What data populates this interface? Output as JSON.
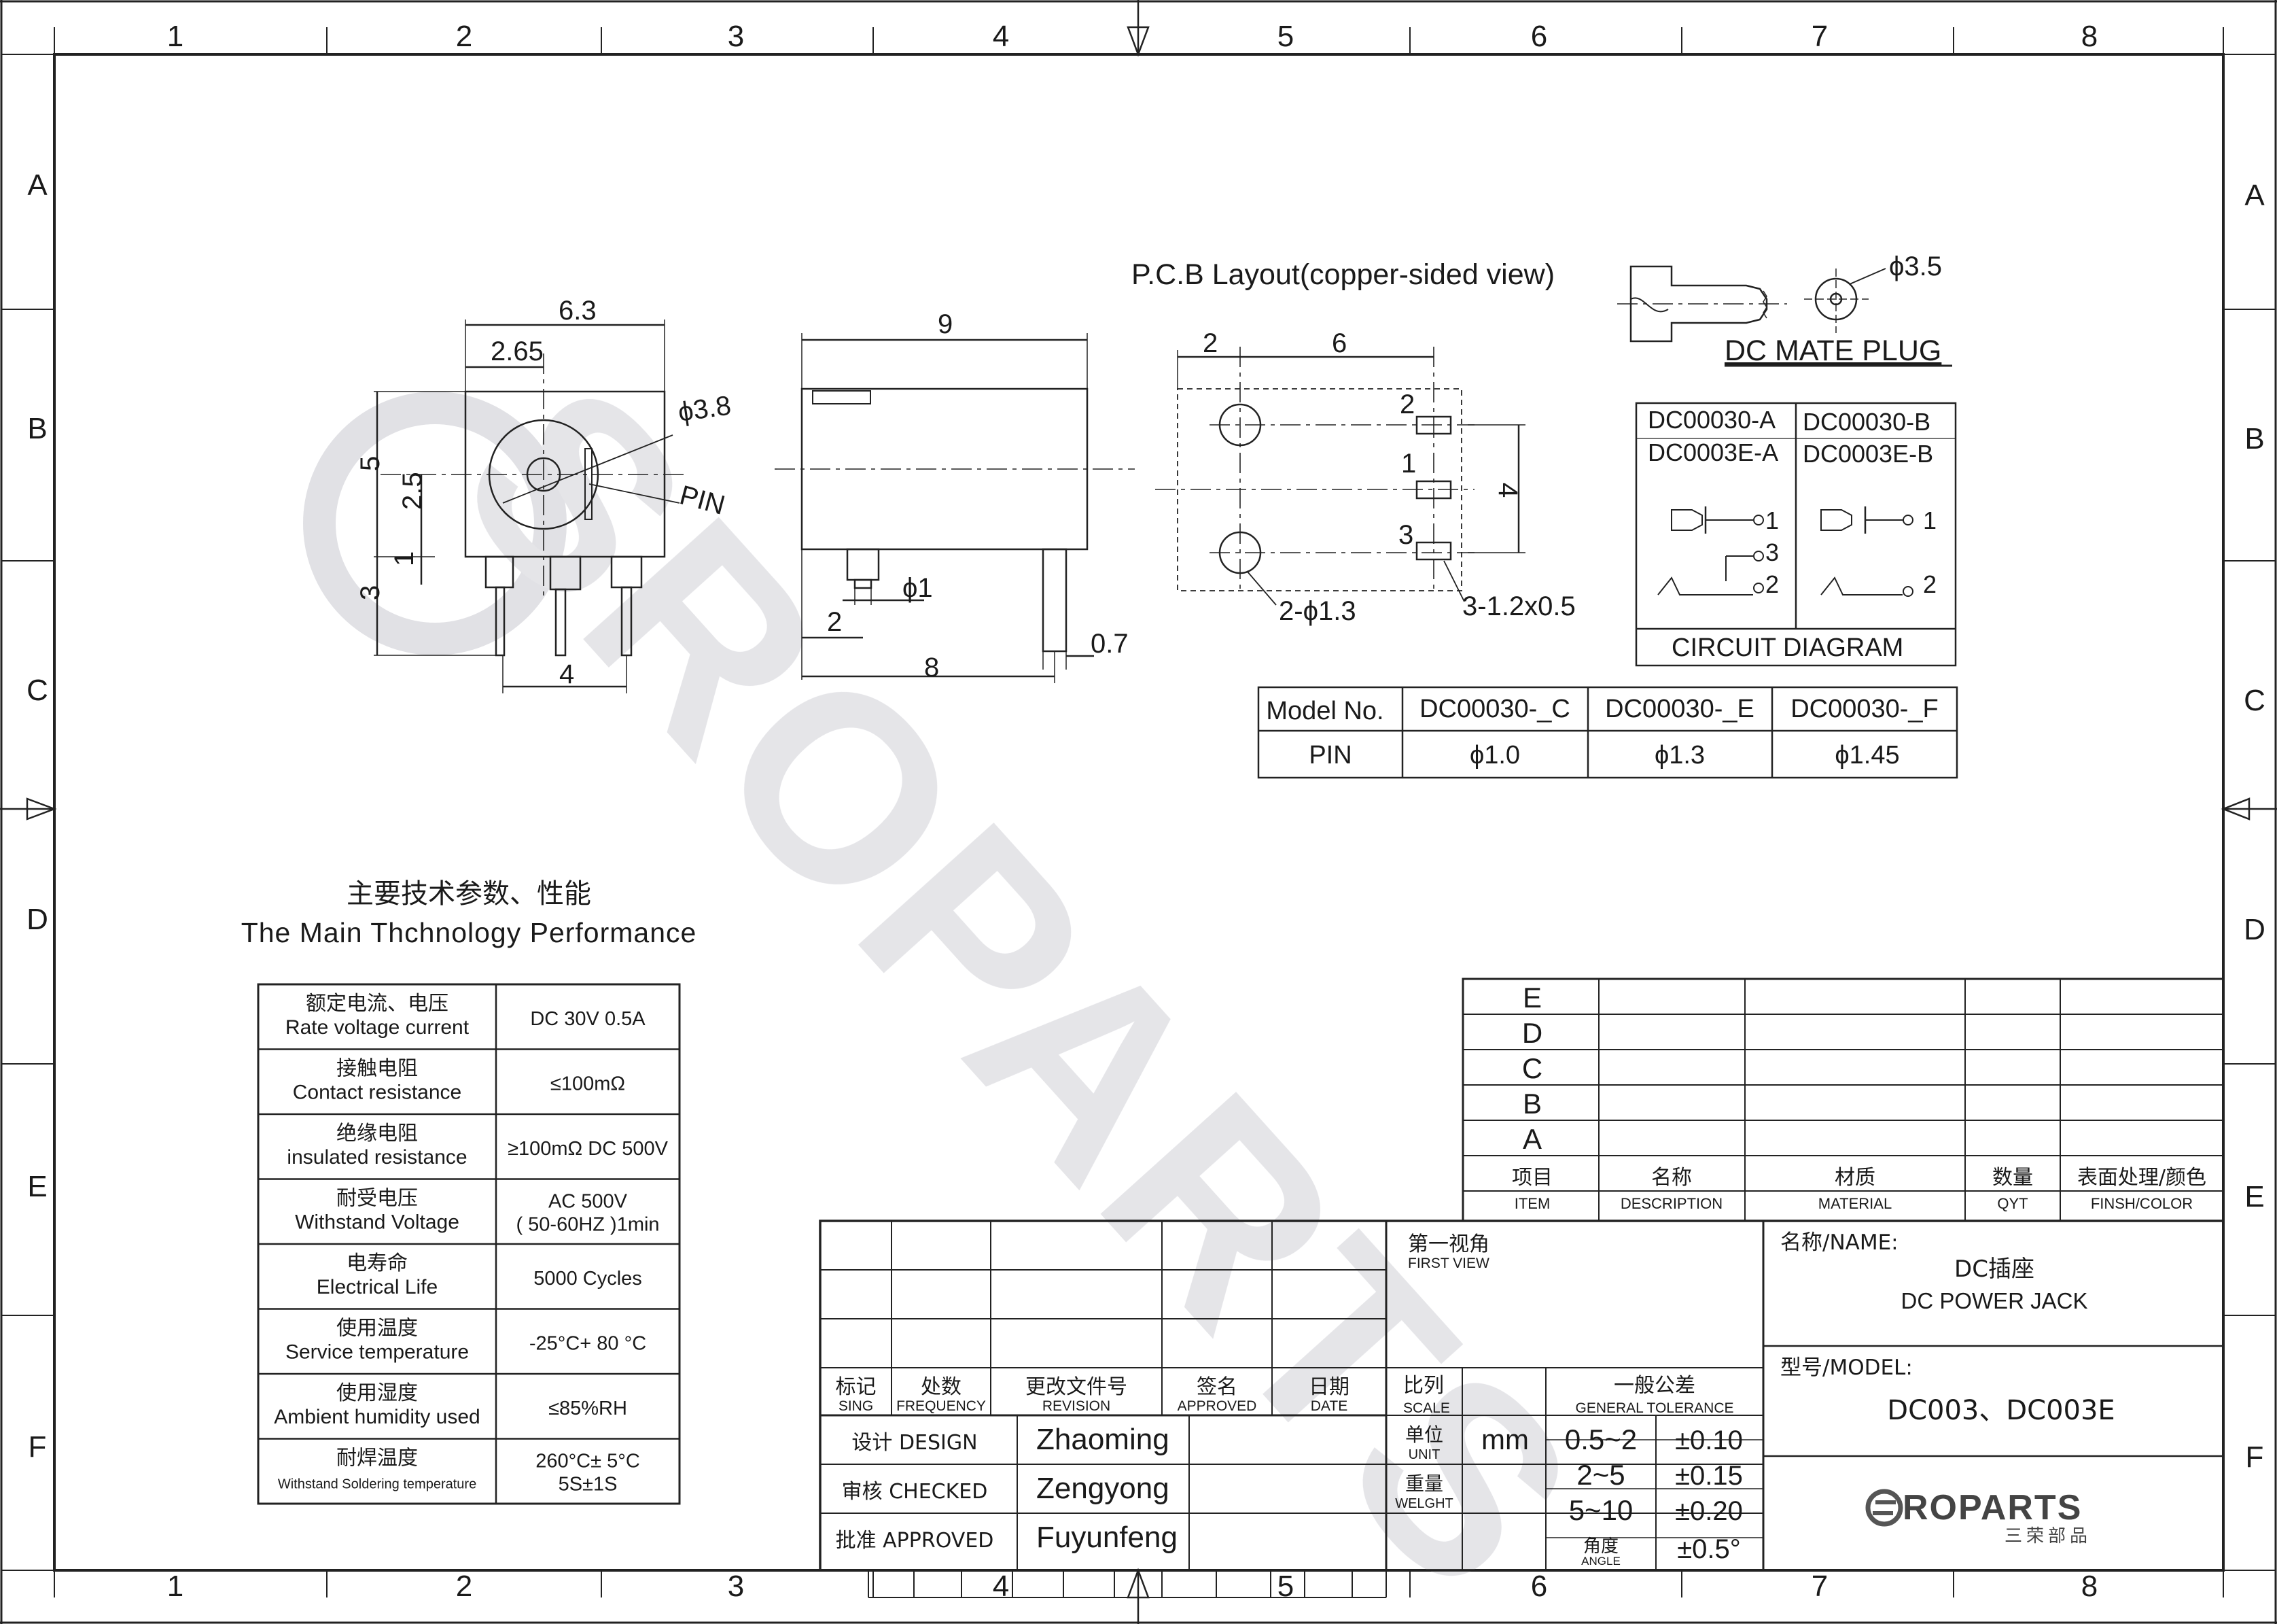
{
  "grid": {
    "columns": [
      "1",
      "2",
      "3",
      "4",
      "5",
      "6",
      "7",
      "8"
    ],
    "rows": [
      "A",
      "B",
      "C",
      "D",
      "E",
      "F"
    ]
  },
  "watermark": {
    "text": "SROPARTS"
  },
  "front_view": {
    "dim_overall_width": "6.3",
    "dim_center_offset": "2.65",
    "dim_hole_diameter": "ϕ3.8",
    "dim_height": "5",
    "dim_center_height": "2.5",
    "dim_pin_offset": "1",
    "dim_pin_length": "3",
    "dim_pin_spacing": "4",
    "pin_label": "PIN"
  },
  "side_view": {
    "dim_length": "9",
    "dim_pin_diameter": "ϕ1",
    "dim_pin_offset": "2",
    "dim_pin_span": "8",
    "dim_pin_width": "0.7"
  },
  "pcb_layout": {
    "title": "P.C.B Layout(copper-sided view)",
    "dim_left": "2",
    "dim_span": "6",
    "dim_height": "4",
    "pad_labels": [
      "2",
      "1",
      "3"
    ],
    "hole_label": "2-ϕ1.3",
    "slot_label": "3-1.2x0.5"
  },
  "mate_plug": {
    "diameter": "ϕ3.5",
    "title": "DC MATE PLUG"
  },
  "circuit_diagram": {
    "left_heading_1": "DC00030-A",
    "left_heading_2": "DC0003E-A",
    "right_heading_1": "DC00030-B",
    "right_heading_2": "DC0003E-B",
    "left_pins": [
      "1",
      "3",
      "2"
    ],
    "right_pins": [
      "1",
      "2"
    ],
    "caption": "CIRCUIT DIAGRAM"
  },
  "pin_table": {
    "headers": [
      "Model No.",
      "DC00030-_C",
      "DC00030-_E",
      "DC00030-_F"
    ],
    "row": [
      "PIN",
      "ϕ1.0",
      "ϕ1.3",
      "ϕ1.45"
    ]
  },
  "performance": {
    "title_cn": "主要技术参数、性能",
    "title_en": "The Main Thchnology Performance",
    "rows": [
      {
        "cn": "额定电流、电压",
        "en": "Rate voltage current",
        "value": "DC 30V   0.5A",
        "value2": ""
      },
      {
        "cn": "接触电阻",
        "en": "Contact resistance",
        "value": "≤100mΩ",
        "value2": ""
      },
      {
        "cn": "绝缘电阻",
        "en": "insulated resistance",
        "value": "≥100mΩ DC 500V",
        "value2": ""
      },
      {
        "cn": "耐受电压",
        "en": "Withstand Voltage",
        "value": "AC 500V",
        "value2": "( 50-60HZ )1min"
      },
      {
        "cn": "电寿命",
        "en": "Electrical Life",
        "value": "5000 Cycles",
        "value2": ""
      },
      {
        "cn": "使用温度",
        "en": "Service temperature",
        "value": "-25°C+ 80 °C",
        "value2": ""
      },
      {
        "cn": "使用湿度",
        "en": "Ambient humidity used",
        "value": "≤85%RH",
        "value2": ""
      },
      {
        "cn": "耐焊温度",
        "en": "Withstand Soldering temperature",
        "value": "260°C± 5°C",
        "value2": "5S±1S"
      }
    ]
  },
  "title_block": {
    "rev_letters": [
      "E",
      "D",
      "C",
      "B",
      "A"
    ],
    "item_header": {
      "cn": "项目",
      "en": "ITEM"
    },
    "desc_header": {
      "cn": "名称",
      "en": "DESCRIPTION"
    },
    "material_header": {
      "cn": "材质",
      "en": "MATERIAL"
    },
    "qty_header": {
      "cn": "数量",
      "en": "QYT"
    },
    "finish_header": {
      "cn": "表面处理/颜色",
      "en": "FINSH/COLOR"
    },
    "headers": [
      {
        "cn": "标记",
        "en": "SING"
      },
      {
        "cn": "处数",
        "en": "FREQUENCY"
      },
      {
        "cn": "更改文件号",
        "en": "REVISION"
      },
      {
        "cn": "签名",
        "en": "APPROVED"
      },
      {
        "cn": "日期",
        "en": "DATE"
      }
    ],
    "first_view_cn": "第一视角",
    "first_view_en": "FIRST VIEW",
    "scale_cn": "比列",
    "scale_en": "SCALE",
    "tolerance_cn": "一般公差",
    "tolerance_en": "GENERAL TOLERANCE",
    "unit_cn": "单位",
    "unit_en": "UNIT",
    "unit_value": "mm",
    "weight_cn": "重量",
    "weight_en": "WELGHT",
    "angle_cn": "角度",
    "angle_en": "ANGLE",
    "tolerances": [
      {
        "range": "0.5~2",
        "value": "±0.10"
      },
      {
        "range": "2~5",
        "value": "±0.15"
      },
      {
        "range": "5~10",
        "value": "±0.20"
      }
    ],
    "angle_value": "±0.5°",
    "design_label": "设计 DESIGN",
    "design_name": "Zhaoming",
    "checked_label": "审核 CHECKED",
    "checked_name": "Zengyong",
    "approved_label": "批准 APPROVED",
    "approved_name": "Fuyunfeng",
    "name_label": "名称/NAME:",
    "name_cn": "DC插座",
    "name_en": "DC POWER JACK",
    "model_label": "型号/MODEL:",
    "model_value": "DC003、DC003E",
    "logo_text": "ROPARTS",
    "logo_sub": "三荣部品"
  }
}
